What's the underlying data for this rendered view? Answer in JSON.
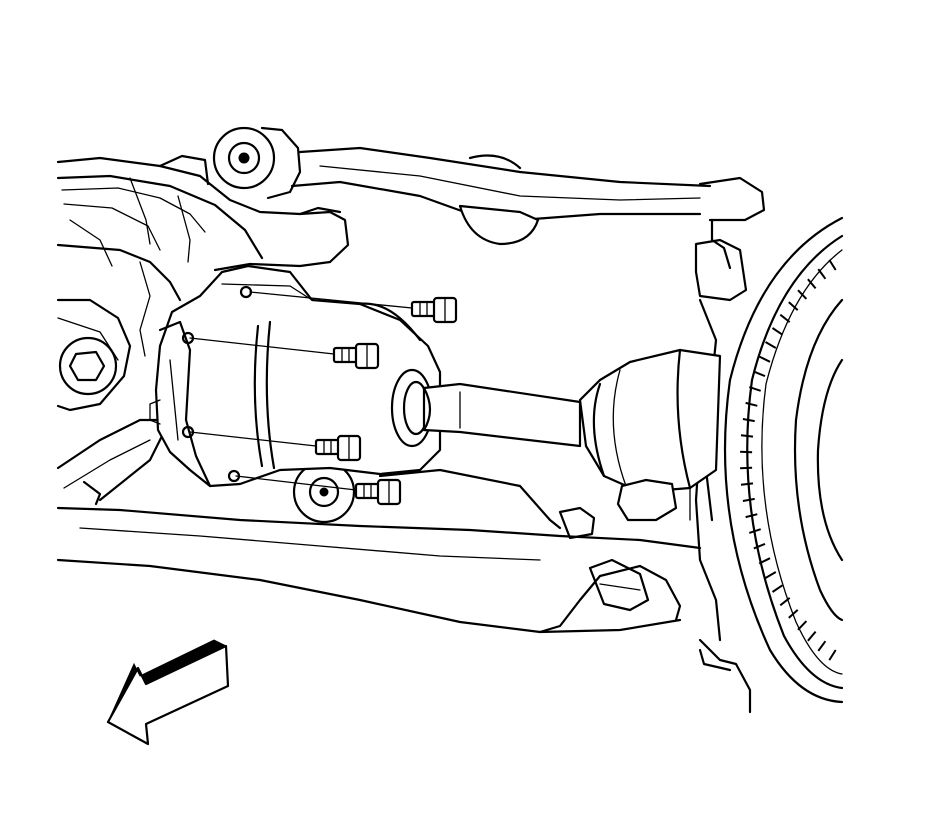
{
  "figure": {
    "background": "#ffffff",
    "line_color": "#000000",
    "parts": [
      "upper-control-arm",
      "frame-rail",
      "front-differential",
      "mounting-bolt",
      "axle-shaft",
      "cv-joint-boot",
      "brake-rotor",
      "lower-control-arm",
      "front-direction-arrow"
    ],
    "bolt_count": 4
  }
}
